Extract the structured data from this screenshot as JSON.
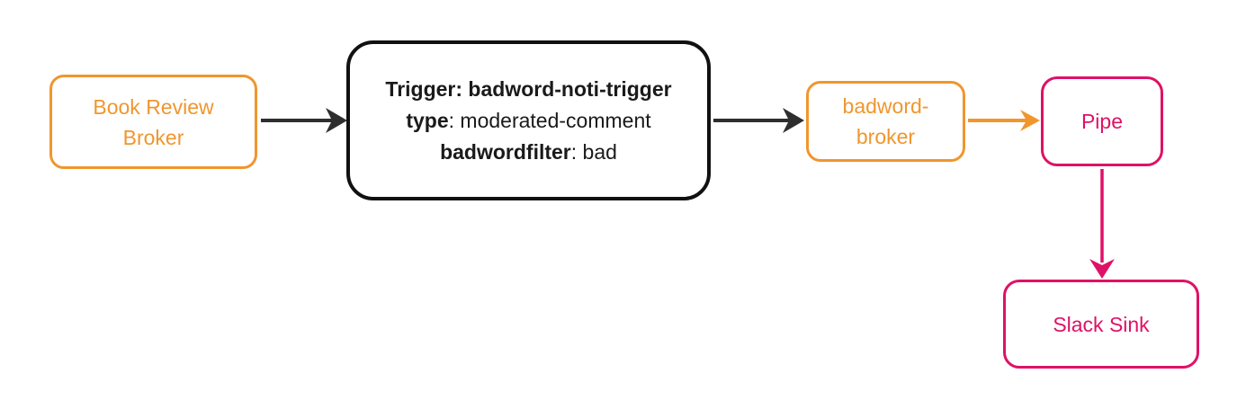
{
  "colors": {
    "orange": "#F0962D",
    "pink": "#DF1166",
    "dark": "#111111",
    "arrow_dark": "#2E2E2E",
    "background": "#FFFFFF"
  },
  "nodes": {
    "book_review_broker": {
      "label": "Book Review Broker"
    },
    "trigger": {
      "lines": [
        {
          "bold": "Trigger: badword-noti-trigger",
          "regular": ""
        },
        {
          "bold": "type",
          "regular": ": moderated-comment"
        },
        {
          "bold": "badwordfilter",
          "regular": ": bad"
        }
      ]
    },
    "badword_broker": {
      "label": "badword-broker"
    },
    "pipe": {
      "label": "Pipe"
    },
    "slack_sink": {
      "label": "Slack Sink"
    }
  },
  "edges": [
    {
      "from": "book-review-broker",
      "to": "trigger",
      "color": "dark"
    },
    {
      "from": "trigger",
      "to": "badword-broker",
      "color": "dark"
    },
    {
      "from": "badword-broker",
      "to": "pipe",
      "color": "orange"
    },
    {
      "from": "pipe",
      "to": "slack-sink",
      "color": "pink"
    }
  ]
}
